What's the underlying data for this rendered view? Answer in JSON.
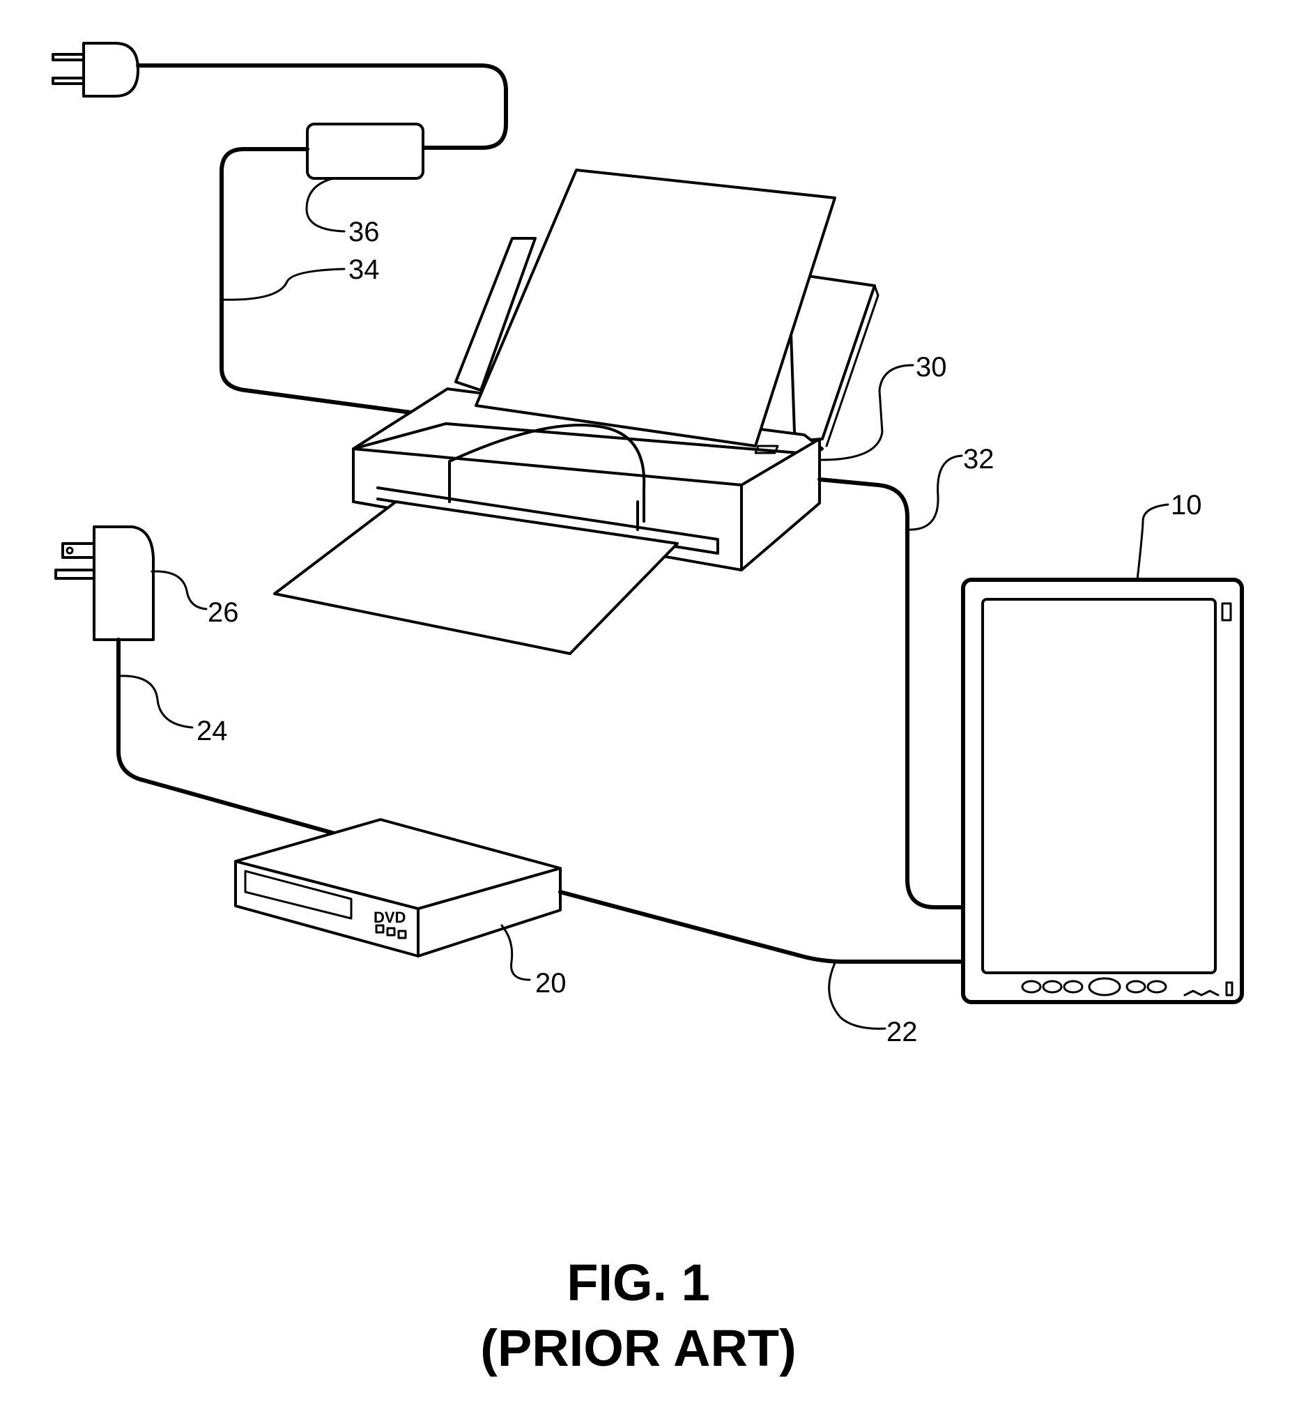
{
  "figure": {
    "caption_line1": "FIG. 1",
    "caption_line2": "(PRIOR ART)"
  },
  "reference_numerals": {
    "tablet": "10",
    "dvd_player": "20",
    "dvd_video_cable": "22",
    "dvd_power_cord": "24",
    "dvd_wall_adapter": "26",
    "printer": "30",
    "printer_data_cable": "32",
    "printer_power_cord": "34",
    "printer_power_brick": "36"
  },
  "dvd_player": {
    "label": "DVD"
  }
}
